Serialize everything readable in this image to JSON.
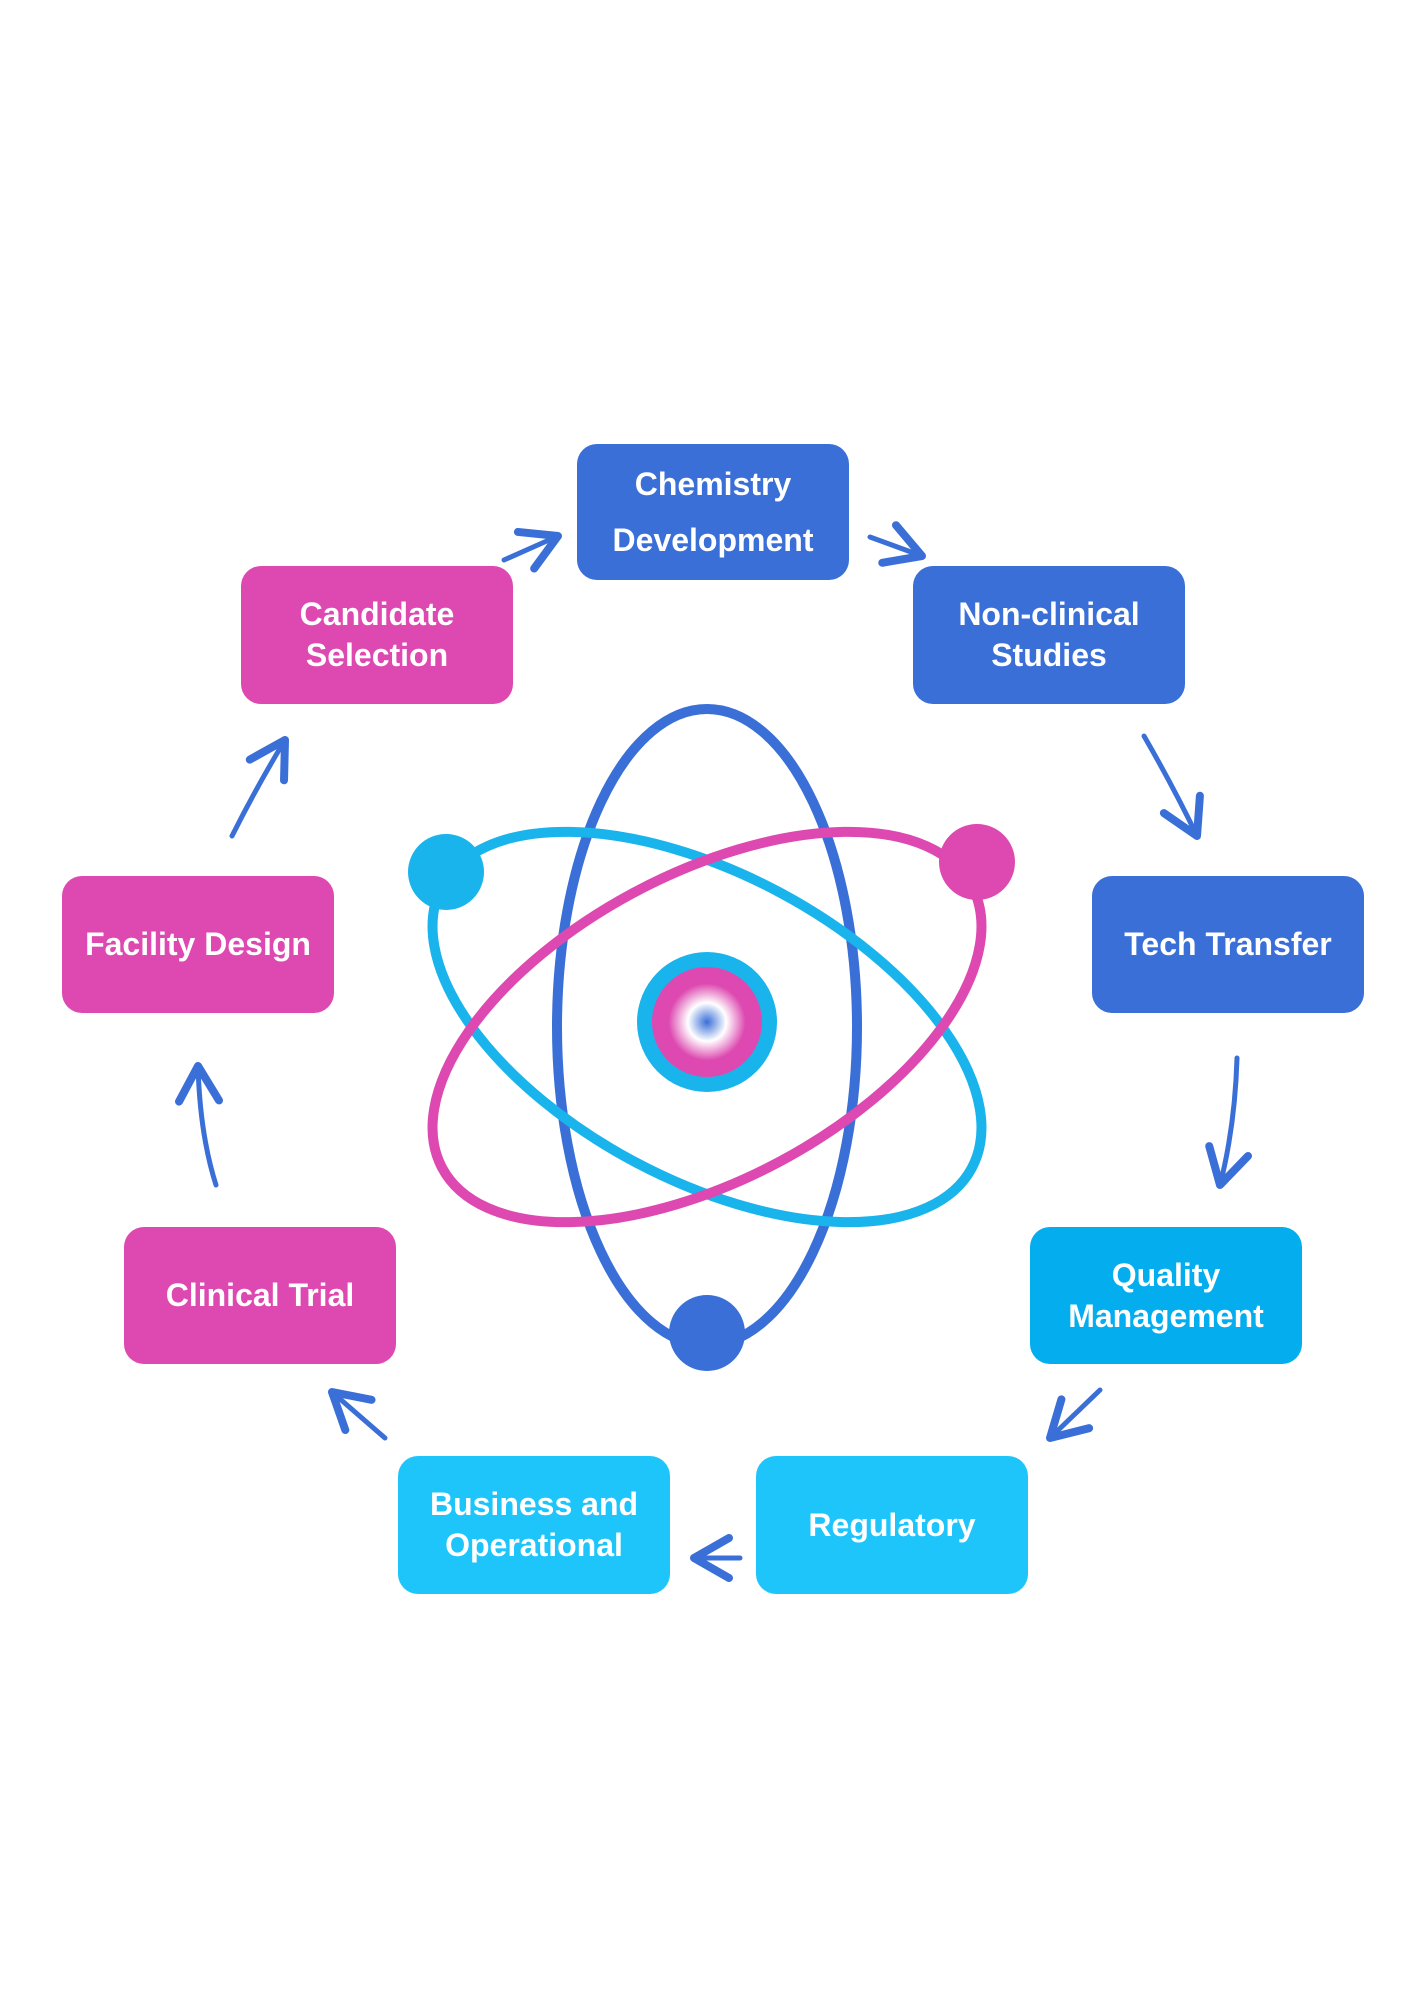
{
  "diagram": {
    "stages": [
      {
        "id": "chem",
        "label": "Chemistry\nDevelopment",
        "color": "#3a6fd8"
      },
      {
        "id": "nonclinical",
        "label": "Non-clinical\nStudies",
        "color": "#3a6fd8"
      },
      {
        "id": "tech",
        "label": "Tech Transfer",
        "color": "#3a6fd8"
      },
      {
        "id": "quality",
        "label": "Quality\nManagement",
        "color": "#04aeee"
      },
      {
        "id": "regulatory",
        "label": "Regulatory",
        "color": "#1ec5fb"
      },
      {
        "id": "business",
        "label": "Business and\nOperational",
        "color": "#1ec5fb"
      },
      {
        "id": "clinical",
        "label": "Clinical Trial",
        "color": "#dd49b0"
      },
      {
        "id": "facility",
        "label": "Facility Design",
        "color": "#dd49b0"
      },
      {
        "id": "candidate",
        "label": "Candidate\nSelection",
        "color": "#dd49b0"
      }
    ],
    "arrow_color": "#3a6fd8",
    "atom": {
      "icon": "atom-icon",
      "orbit_colors": [
        "#3a6fd8",
        "#1ab4ec",
        "#dd49b0"
      ],
      "electron_colors": [
        "#3a6fd8",
        "#1ab4ec",
        "#dd49b0"
      ],
      "nucleus_colors": [
        "#1ab4ec",
        "#dd49b0",
        "#ffffff",
        "#3a6fd8"
      ]
    }
  }
}
